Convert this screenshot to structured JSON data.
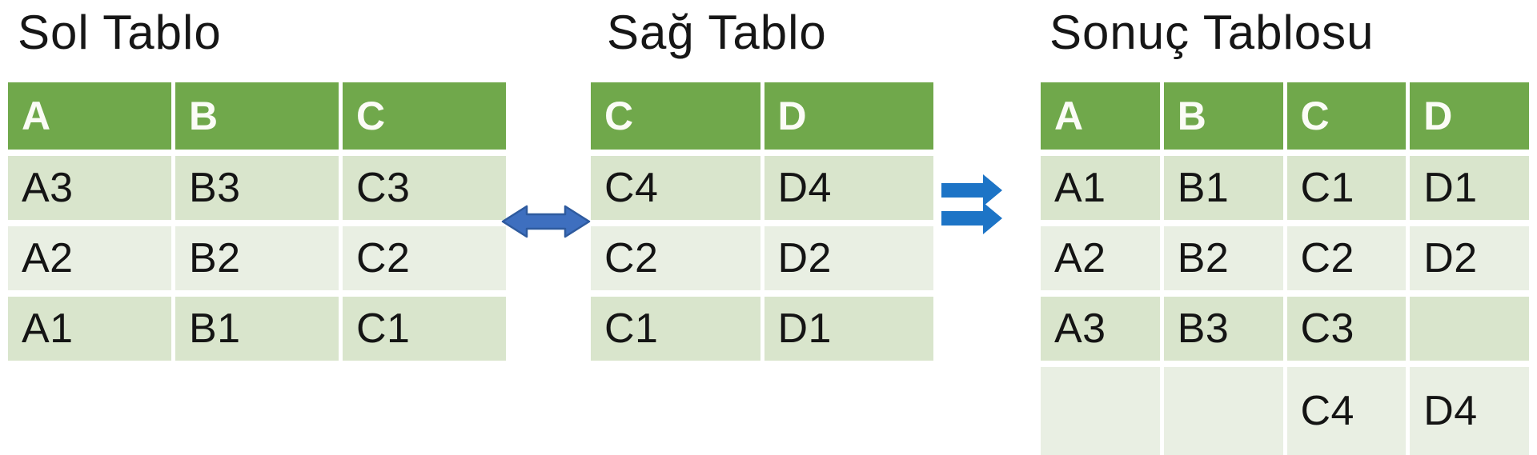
{
  "slide": {
    "left_table": {
      "title": "Sol Tablo",
      "headers": [
        "A",
        "B",
        "C"
      ],
      "rows": [
        [
          "A3",
          "B3",
          "C3"
        ],
        [
          "A2",
          "B2",
          "C2"
        ],
        [
          "A1",
          "B1",
          "C1"
        ]
      ]
    },
    "right_table": {
      "title": "Sağ Tablo",
      "headers": [
        "C",
        "D"
      ],
      "rows": [
        [
          "C4",
          "D4"
        ],
        [
          "C2",
          "D2"
        ],
        [
          "C1",
          "D1"
        ]
      ]
    },
    "result_table": {
      "title": "Sonuç Tablosu",
      "headers": [
        "A",
        "B",
        "C",
        "D"
      ],
      "rows": [
        [
          "A1",
          "B1",
          "C1",
          "D1"
        ],
        [
          "A2",
          "B2",
          "C2",
          "D2"
        ],
        [
          "A3",
          "B3",
          "C3",
          ""
        ],
        [
          "",
          "",
          "C4",
          "D4"
        ]
      ]
    },
    "icons": {
      "between_left_and_right": "left-right-double-headed-arrow",
      "before_result": "double-right-arrow"
    },
    "colors": {
      "header_green": "#70a84b",
      "row_band_dark": "#d9e5cc",
      "row_band_light": "#e9efe3",
      "double_arrow_fill": "#3e6fbf",
      "double_arrow_stroke": "#2e5a9e",
      "merge_arrow_fill": "#1d74c6",
      "text": "#141414",
      "background": "#ffffff"
    }
  }
}
